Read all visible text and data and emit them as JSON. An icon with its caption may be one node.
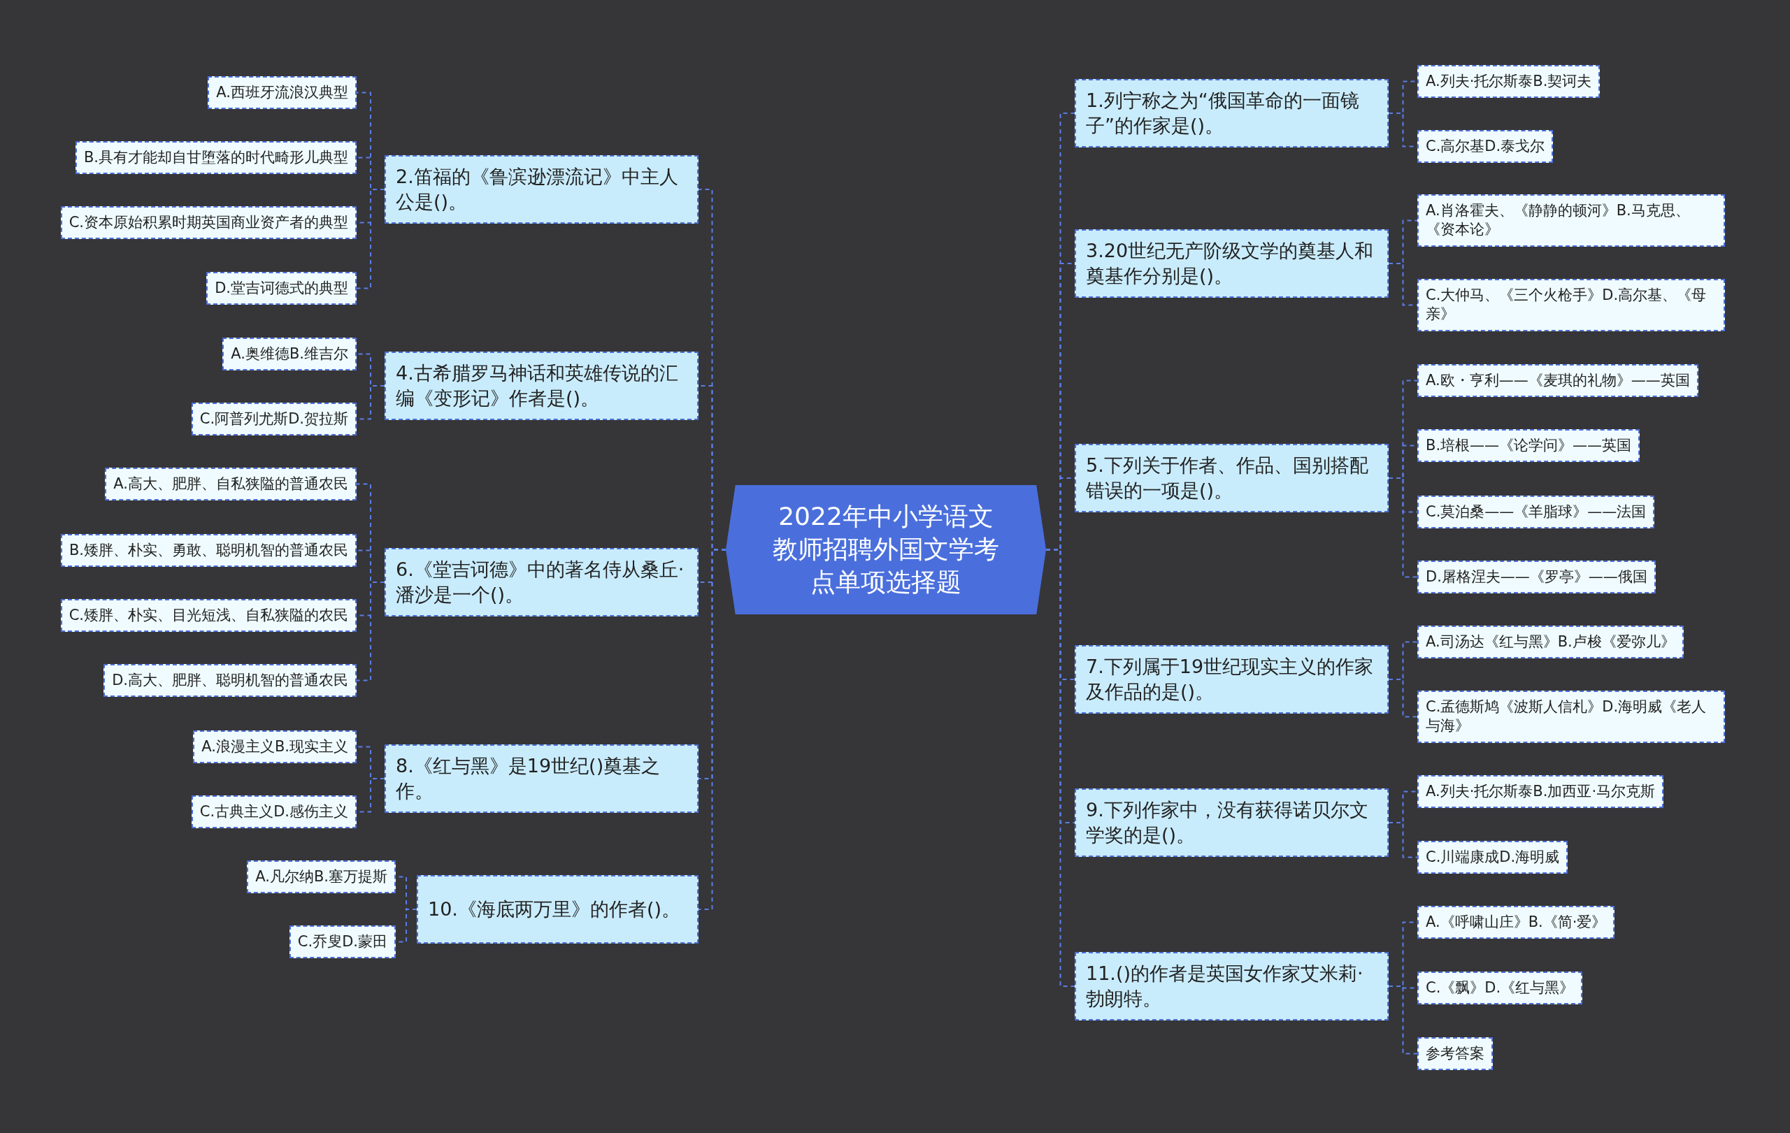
{
  "diagram": {
    "nodes": [
      {
        "text": [
          "2022年中小学语文教师招聘外国文学考点单项选择题"
        ]
      },
      {
        "text": [
          "1.列宁称之为“俄国革命的一面镜子”的作家是()。"
        ]
      },
      {
        "text": [
          "A.列夫·托尔斯泰B.契诃夫"
        ]
      },
      {
        "text": [
          "C.高尔基D.泰戈尔"
        ]
      },
      {
        "text": [
          "2.笛福的《鲁滨逊漂流记》中主人公是()。"
        ]
      },
      {
        "text": [
          "A.西班牙流浪汉典型"
        ]
      },
      {
        "text": [
          "B.具有才能却自甘堕落的时代畸形儿典型"
        ]
      },
      {
        "text": [
          "C.资本原始积累时期英国商业资产者的典型"
        ]
      },
      {
        "text": [
          "D.堂吉诃德式的典型"
        ]
      },
      {
        "text": [
          "3.20世纪无产阶级文学的奠基人和奠基作分别是()。"
        ]
      },
      {
        "text": [
          "A.肖洛霍夫、《静静的顿河》B.马克思、《资本论》"
        ]
      },
      {
        "text": [
          "C.大仲马、《三个火枪手》D.高尔基、《母亲》"
        ]
      },
      {
        "text": [
          "4.古希腊罗马神话和英雄传说的汇编《变形记》作者是()。"
        ]
      },
      {
        "text": [
          "A.奥维德B.维吉尔"
        ]
      },
      {
        "text": [
          "C.阿普列尤斯D.贺拉斯"
        ]
      },
      {
        "text": [
          "5.下列关于作者、作品、国别搭配错误的一项是()。"
        ]
      },
      {
        "text": [
          "A.欧・亨利——《麦琪的礼物》——英国"
        ]
      },
      {
        "text": [
          "B.培根——《论学问》——英国"
        ]
      },
      {
        "text": [
          "C.莫泊桑——《羊脂球》——法国"
        ]
      },
      {
        "text": [
          "D.屠格涅夫——《罗亭》——俄国"
        ]
      },
      {
        "text": [
          "6.《堂吉诃德》中的著名侍从桑丘·潘沙是一个()。"
        ]
      },
      {
        "text": [
          "A.高大、肥胖、自私狭隘的普通农民"
        ]
      },
      {
        "text": [
          "B.矮胖、朴实、勇敢、聪明机智的普通农民"
        ]
      },
      {
        "text": [
          "C.矮胖、朴实、目光短浅、自私狭隘的农民"
        ]
      },
      {
        "text": [
          "D.高大、肥胖、聪明机智的普通农民"
        ]
      },
      {
        "text": [
          "7.下列属于19世纪现实主义的作家及作品的是()。"
        ]
      },
      {
        "text": [
          "A.司汤达《红与黑》B.卢梭《爱弥儿》"
        ]
      },
      {
        "text": [
          "C.孟德斯鸠《波斯人信札》D.海明威《老人与海》"
        ]
      },
      {
        "text": [
          "8.《红与黑》是19世纪()奠基之作。"
        ]
      },
      {
        "text": [
          "A.浪漫主义B.现实主义"
        ]
      },
      {
        "text": [
          "C.古典主义D.感伤主义"
        ]
      },
      {
        "text": [
          "9.下列作家中，没有获得诺贝尔文学奖的是()。"
        ]
      },
      {
        "text": [
          "A.列夫·托尔斯泰B.加西亚·马尔克斯"
        ]
      },
      {
        "text": [
          "C.川端康成D.海明威"
        ]
      },
      {
        "text": [
          "10.《海底两万里》的作者()。"
        ]
      },
      {
        "text": [
          "A.凡尔纳B.塞万提斯"
        ]
      },
      {
        "text": [
          "C.乔叟D.蒙田"
        ]
      },
      {
        "text": [
          "11.()的作者是英国女作家艾米莉·勃朗特。"
        ]
      },
      {
        "text": [
          "A.《呼啸山庄》B.《简·爱》"
        ]
      },
      {
        "text": [
          "C.《飘》D.《红与黑》"
        ]
      },
      {
        "text": [
          "参考答案"
        ]
      }
    ],
    "edges": [
      {
        "from": 0,
        "to": 1,
        "arrow": "none"
      },
      {
        "from": 1,
        "to": 2,
        "arrow": "none"
      },
      {
        "from": 1,
        "to": 3,
        "arrow": "none"
      },
      {
        "from": 0,
        "to": 4,
        "arrow": "none"
      },
      {
        "from": 4,
        "to": 5,
        "arrow": "none"
      },
      {
        "from": 4,
        "to": 6,
        "arrow": "none"
      },
      {
        "from": 4,
        "to": 7,
        "arrow": "none"
      },
      {
        "from": 4,
        "to": 8,
        "arrow": "none"
      },
      {
        "from": 0,
        "to": 9,
        "arrow": "none"
      },
      {
        "from": 9,
        "to": 10,
        "arrow": "none"
      },
      {
        "from": 9,
        "to": 11,
        "arrow": "none"
      },
      {
        "from": 0,
        "to": 12,
        "arrow": "none"
      },
      {
        "from": 12,
        "to": 13,
        "arrow": "none"
      },
      {
        "from": 12,
        "to": 14,
        "arrow": "none"
      },
      {
        "from": 0,
        "to": 15,
        "arrow": "none"
      },
      {
        "from": 15,
        "to": 16,
        "arrow": "none"
      },
      {
        "from": 15,
        "to": 17,
        "arrow": "none"
      },
      {
        "from": 15,
        "to": 18,
        "arrow": "none"
      },
      {
        "from": 15,
        "to": 19,
        "arrow": "none"
      },
      {
        "from": 0,
        "to": 20,
        "arrow": "none"
      },
      {
        "from": 20,
        "to": 21,
        "arrow": "none"
      },
      {
        "from": 20,
        "to": 22,
        "arrow": "none"
      },
      {
        "from": 20,
        "to": 23,
        "arrow": "none"
      },
      {
        "from": 20,
        "to": 24,
        "arrow": "none"
      },
      {
        "from": 0,
        "to": 25,
        "arrow": "none"
      },
      {
        "from": 25,
        "to": 26,
        "arrow": "none"
      },
      {
        "from": 25,
        "to": 27,
        "arrow": "none"
      },
      {
        "from": 0,
        "to": 28,
        "arrow": "none"
      },
      {
        "from": 28,
        "to": 29,
        "arrow": "none"
      },
      {
        "from": 28,
        "to": 30,
        "arrow": "none"
      },
      {
        "from": 0,
        "to": 31,
        "arrow": "none"
      },
      {
        "from": 31,
        "to": 32,
        "arrow": "none"
      },
      {
        "from": 31,
        "to": 33,
        "arrow": "none"
      },
      {
        "from": 0,
        "to": 34,
        "arrow": "none"
      },
      {
        "from": 34,
        "to": 35,
        "arrow": "none"
      },
      {
        "from": 34,
        "to": 36,
        "arrow": "none"
      },
      {
        "from": 0,
        "to": 37,
        "arrow": "none"
      },
      {
        "from": 37,
        "to": 38,
        "arrow": "none"
      },
      {
        "from": 37,
        "to": 39,
        "arrow": "none"
      },
      {
        "from": 37,
        "to": 40,
        "arrow": "none"
      }
    ]
  }
}
